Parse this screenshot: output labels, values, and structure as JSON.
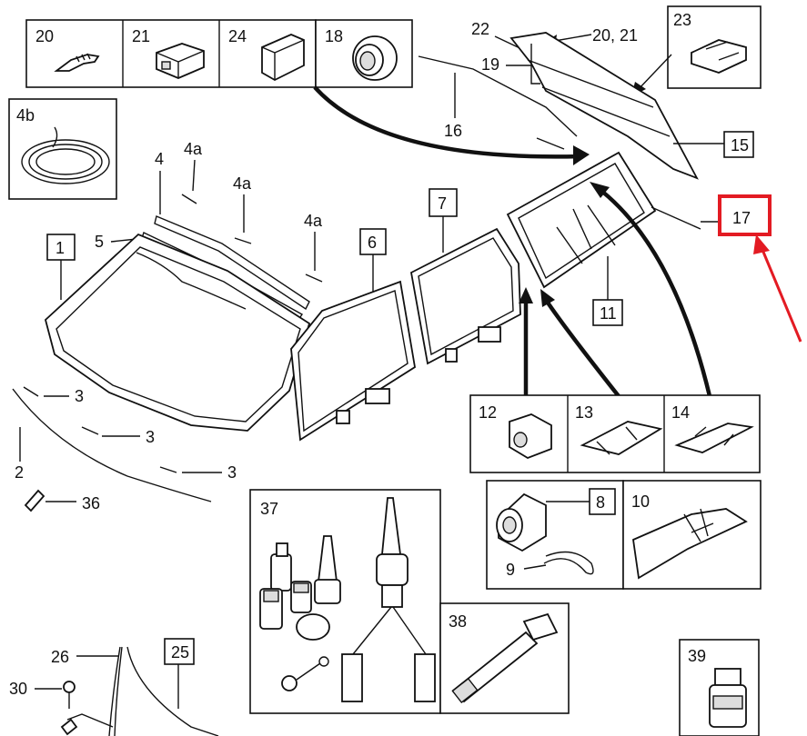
{
  "diagram": {
    "labels": {
      "n20": "20",
      "n21": "21",
      "n24": "24",
      "n18": "18",
      "n22": "22",
      "n2021": "20, 21",
      "n23": "23",
      "n19": "19",
      "n4b": "4b",
      "n16": "16",
      "n15": "15",
      "n4": "4",
      "n4a_1": "4a",
      "n4a_2": "4a",
      "n4a_3": "4a",
      "n1": "1",
      "n5": "5",
      "n6": "6",
      "n7": "7",
      "n17": "17",
      "n11": "11",
      "n3_1": "3",
      "n3_2": "3",
      "n3_3": "3",
      "n2": "2",
      "n36": "36",
      "n12": "12",
      "n13": "13",
      "n14": "14",
      "n37": "37",
      "n8": "8",
      "n10": "10",
      "n9": "9",
      "n38": "38",
      "n39": "39",
      "n26": "26",
      "n25": "25",
      "n30": "30"
    },
    "highlight": {
      "label": "17",
      "color": "#e31b23"
    },
    "colors": {
      "ink": "#111111",
      "highlight": "#e31b23",
      "paper": "#ffffff",
      "fill_gray": "#dddddd"
    }
  }
}
